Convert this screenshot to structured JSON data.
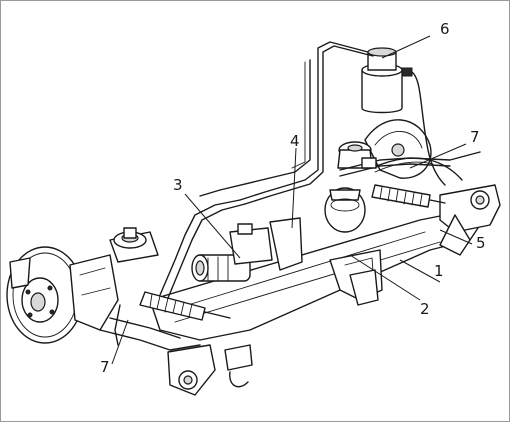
{
  "callouts": {
    "c1": "1",
    "c2": "2",
    "c3": "3",
    "c4": "4",
    "c5": "5",
    "c6": "6",
    "c7_right": "7",
    "c7_left": "7"
  }
}
